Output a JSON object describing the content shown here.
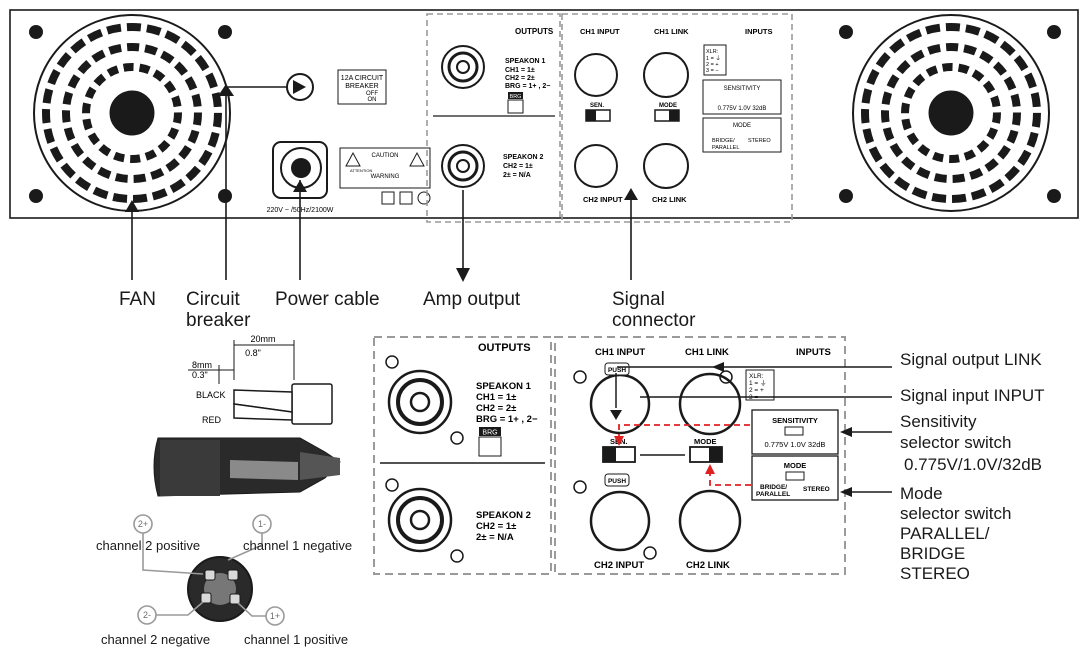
{
  "panel": {
    "outputs_heading": "OUTPUTS",
    "inputs_heading": "INPUTS",
    "ch1_input": "CH1 INPUT",
    "ch1_link": "CH1 LINK",
    "ch2_input": "CH2 INPUT",
    "ch2_link": "CH2 LINK",
    "push": "PUSH",
    "speakon1": [
      "SPEAKON 1",
      "CH1 = 1±",
      "CH2 = 2±",
      "BRG = 1+ , 2−"
    ],
    "speakon2": [
      "SPEAKON 2",
      "CH2 = 1±",
      "2± = N/A"
    ],
    "brg_badge": "BRG",
    "xlr_key": [
      "XLR:",
      "1 = ⏚",
      "2 = +",
      "3 = −"
    ],
    "sensitivity_box": {
      "title": "SENSITIVITY",
      "values": "0.775V  1.0V   32dB"
    },
    "mode_box": {
      "title": "MODE",
      "left": "BRIDGE/",
      "left2": "PARALLEL",
      "right": "STEREO"
    },
    "sen_switch": "SEN.",
    "mode_switch": "MODE",
    "breaker_label": [
      "12A CIRCUIT",
      "BREAKER",
      "OFF",
      "ON"
    ],
    "caution": "CAUTION",
    "warning": "WARNING",
    "attention": "ATTENTION",
    "power_rating": "220V ~ /50Hz/2100W"
  },
  "callouts": {
    "fan": "FAN",
    "circuit_breaker": [
      "Circuit",
      "breaker"
    ],
    "power_cable": "Power cable",
    "amp_output": "Amp output",
    "signal_connector": [
      "Signal",
      "connector"
    ]
  },
  "detail_labels": {
    "signal_output_link": "Signal output LINK",
    "signal_input_input": "Signal input INPUT",
    "sensitivity": [
      "Sensitivity",
      "selector switch",
      "0.775V/1.0V/32dB"
    ],
    "mode": [
      "Mode",
      "selector switch",
      "PARALLEL/",
      "BRIDGE",
      "STEREO"
    ]
  },
  "cable": {
    "len_20": "20mm",
    "len_20_in": "0.8\"",
    "len_8": "8mm",
    "len_8_in": "0.3\"",
    "black": "BLACK",
    "red": "RED"
  },
  "pins": {
    "p2plus": "2+",
    "p1minus": "1-",
    "p2minus": "2-",
    "p1plus": "1+",
    "ch2_pos": "channel 2 positive",
    "ch1_neg": "channel 1 negative",
    "ch2_neg": "channel 2 negative",
    "ch1_pos": "channel 1 positive"
  },
  "colors": {
    "ink": "#1a1a1a",
    "accent_red": "#e02020",
    "dash_gray": "#9a9a9a"
  },
  "icons": [
    "fan-grille-icon",
    "circuit-breaker-icon",
    "speakon-connector-icon",
    "xlr-female-icon",
    "xlr-male-icon",
    "slide-switch-icon",
    "screw-icon",
    "speakon-plug-icon"
  ]
}
